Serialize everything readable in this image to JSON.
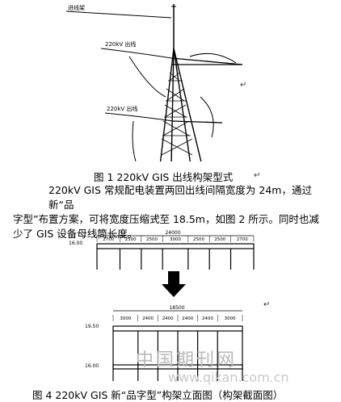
{
  "figure1": {
    "labels": {
      "top_left": "进线架",
      "mid_left": "220kV 出线",
      "lower_left": "220kV 出线"
    },
    "caption": "图 1    220kV GIS 出线构架型式"
  },
  "paragraph": [
    "220kV GIS 常规配电装置两回出线间隔宽度为 24m，通过新“品",
    "字型”布置方案，可将宽度压缩式至 18.5m，如图 2 所示。同时也减",
    "少了 GIS 设备母线筒长度。"
  ],
  "figure2": {
    "total_width": "24000",
    "segments": [
      "2700",
      "2500",
      "2500",
      "3000",
      "2500",
      "2500",
      "2700"
    ],
    "level": "16.00"
  },
  "figure4": {
    "total_width": "18500",
    "segments": [
      "3000",
      "2400",
      "2400",
      "2400",
      "2400",
      "3000"
    ],
    "level_top": "19.50",
    "level_bottom": "16.00"
  },
  "caption2": "图 4    220kV GIS 新“品字型”构架立面图（构架截面图）",
  "watermark": {
    "chinese": "中国期刊网",
    "url": "www.qikan.com.cn"
  }
}
